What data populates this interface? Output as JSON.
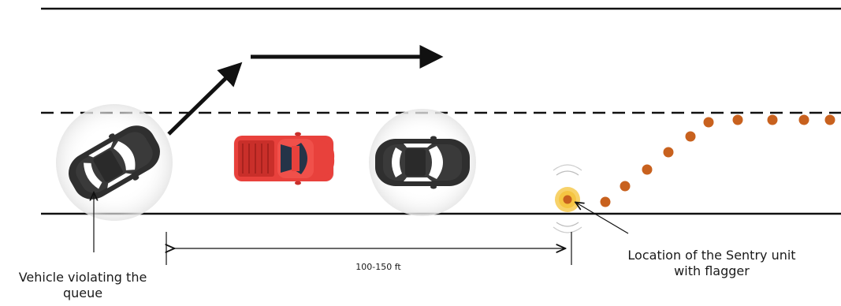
{
  "labels": {
    "violating_vehicle": "Vehicle violating the queue",
    "distance": "100-150 ft",
    "sentry_location": "Location of the Sentry unit with flagger"
  },
  "vehicles": [
    {
      "name": "violating-car",
      "kind": "car",
      "color": "#2f2f2f"
    },
    {
      "name": "red-pickup-truck",
      "kind": "pickup",
      "color": "#e8413c"
    },
    {
      "name": "queued-car",
      "kind": "car",
      "color": "#2f2f2f"
    }
  ],
  "markers": {
    "cone_count": 11,
    "cone_color": "#c8611e",
    "sentry_color": "#f5c542"
  },
  "colors": {
    "road_line": "#111111",
    "arrow": "#111111"
  }
}
